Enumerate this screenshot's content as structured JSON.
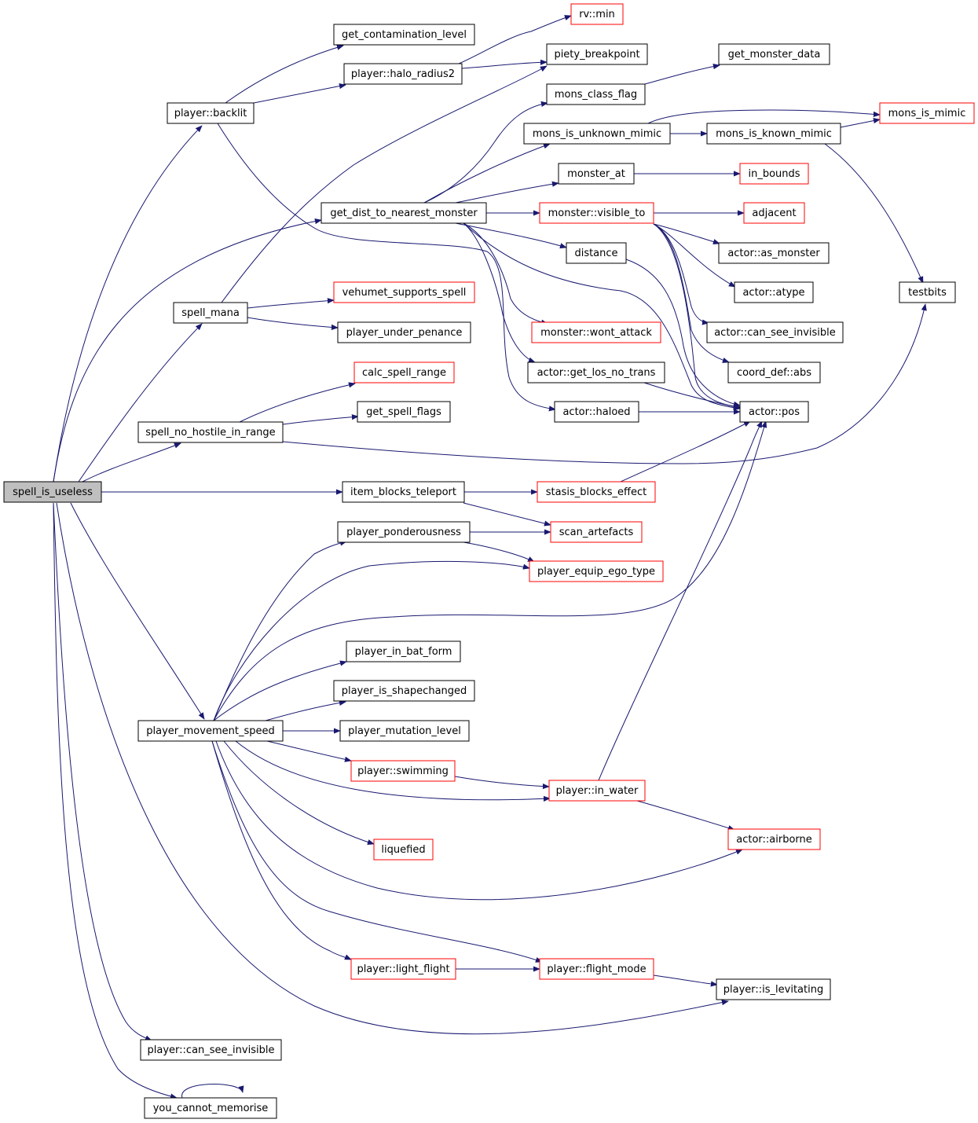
{
  "colors": {
    "edge": "#191970",
    "node_border_normal": "#000000",
    "node_border_truncated": "#ff0000",
    "root_fill": "#bfbfbf",
    "node_fill": "#ffffff"
  },
  "nodes": [
    {
      "id": "spell_is_useless",
      "label": "spell_is_useless",
      "style": "root"
    },
    {
      "id": "player_backlit",
      "label": "player::backlit",
      "style": "normal"
    },
    {
      "id": "get_dist_to_nearest_monster",
      "label": "get_dist_to_nearest_monster",
      "style": "normal"
    },
    {
      "id": "spell_mana",
      "label": "spell_mana",
      "style": "normal"
    },
    {
      "id": "spell_no_hostile_in_range",
      "label": "spell_no_hostile_in_range",
      "style": "normal"
    },
    {
      "id": "item_blocks_teleport",
      "label": "item_blocks_teleport",
      "style": "normal"
    },
    {
      "id": "player_movement_speed",
      "label": "player_movement_speed",
      "style": "normal"
    },
    {
      "id": "player_can_see_invisible",
      "label": "player::can_see_invisible",
      "style": "normal"
    },
    {
      "id": "you_cannot_memorise",
      "label": "you_cannot_memorise",
      "style": "normal"
    },
    {
      "id": "get_contamination_level",
      "label": "get_contamination_level",
      "style": "normal"
    },
    {
      "id": "player_halo_radius2",
      "label": "player::halo_radius2",
      "style": "normal"
    },
    {
      "id": "rv_min",
      "label": "rv::min",
      "style": "truncated"
    },
    {
      "id": "piety_breakpoint",
      "label": "piety_breakpoint",
      "style": "normal"
    },
    {
      "id": "mons_class_flag",
      "label": "mons_class_flag",
      "style": "normal"
    },
    {
      "id": "get_monster_data",
      "label": "get_monster_data",
      "style": "normal"
    },
    {
      "id": "mons_is_unknown_mimic",
      "label": "mons_is_unknown_mimic",
      "style": "normal"
    },
    {
      "id": "mons_is_known_mimic",
      "label": "mons_is_known_mimic",
      "style": "normal"
    },
    {
      "id": "mons_is_mimic",
      "label": "mons_is_mimic",
      "style": "truncated"
    },
    {
      "id": "monster_at",
      "label": "monster_at",
      "style": "normal"
    },
    {
      "id": "in_bounds",
      "label": "in_bounds",
      "style": "truncated"
    },
    {
      "id": "monster_visible_to",
      "label": "monster::visible_to",
      "style": "truncated"
    },
    {
      "id": "adjacent",
      "label": "adjacent",
      "style": "truncated"
    },
    {
      "id": "distance",
      "label": "distance",
      "style": "normal"
    },
    {
      "id": "actor_as_monster",
      "label": "actor::as_monster",
      "style": "normal"
    },
    {
      "id": "actor_atype",
      "label": "actor::atype",
      "style": "normal"
    },
    {
      "id": "testbits",
      "label": "testbits",
      "style": "normal"
    },
    {
      "id": "vehumet_supports_spell",
      "label": "vehumet_supports_spell",
      "style": "truncated"
    },
    {
      "id": "player_under_penance",
      "label": "player_under_penance",
      "style": "normal"
    },
    {
      "id": "monster_wont_attack",
      "label": "monster::wont_attack",
      "style": "truncated"
    },
    {
      "id": "actor_can_see_invisible",
      "label": "actor::can_see_invisible",
      "style": "normal"
    },
    {
      "id": "actor_get_los_no_trans",
      "label": "actor::get_los_no_trans",
      "style": "normal"
    },
    {
      "id": "coord_def_abs",
      "label": "coord_def::abs",
      "style": "normal"
    },
    {
      "id": "calc_spell_range",
      "label": "calc_spell_range",
      "style": "truncated"
    },
    {
      "id": "get_spell_flags",
      "label": "get_spell_flags",
      "style": "normal"
    },
    {
      "id": "actor_haloed",
      "label": "actor::haloed",
      "style": "normal"
    },
    {
      "id": "actor_pos",
      "label": "actor::pos",
      "style": "normal"
    },
    {
      "id": "stasis_blocks_effect",
      "label": "stasis_blocks_effect",
      "style": "truncated"
    },
    {
      "id": "player_ponderousness",
      "label": "player_ponderousness",
      "style": "normal"
    },
    {
      "id": "scan_artefacts",
      "label": "scan_artefacts",
      "style": "truncated"
    },
    {
      "id": "player_equip_ego_type",
      "label": "player_equip_ego_type",
      "style": "truncated"
    },
    {
      "id": "player_in_bat_form",
      "label": "player_in_bat_form",
      "style": "normal"
    },
    {
      "id": "player_is_shapechanged",
      "label": "player_is_shapechanged",
      "style": "normal"
    },
    {
      "id": "player_mutation_level",
      "label": "player_mutation_level",
      "style": "normal"
    },
    {
      "id": "player_swimming",
      "label": "player::swimming",
      "style": "truncated"
    },
    {
      "id": "player_in_water",
      "label": "player::in_water",
      "style": "truncated"
    },
    {
      "id": "actor_airborne",
      "label": "actor::airborne",
      "style": "truncated"
    },
    {
      "id": "liquefied",
      "label": "liquefied",
      "style": "truncated"
    },
    {
      "id": "player_light_flight",
      "label": "player::light_flight",
      "style": "truncated"
    },
    {
      "id": "player_flight_mode",
      "label": "player::flight_mode",
      "style": "truncated"
    },
    {
      "id": "player_is_levitating",
      "label": "player::is_levitating",
      "style": "normal"
    }
  ],
  "edges": [
    {
      "from": "spell_is_useless",
      "to": "player_backlit"
    },
    {
      "from": "spell_is_useless",
      "to": "get_dist_to_nearest_monster"
    },
    {
      "from": "spell_is_useless",
      "to": "spell_mana"
    },
    {
      "from": "spell_is_useless",
      "to": "spell_no_hostile_in_range"
    },
    {
      "from": "spell_is_useless",
      "to": "item_blocks_teleport"
    },
    {
      "from": "spell_is_useless",
      "to": "player_movement_speed"
    },
    {
      "from": "spell_is_useless",
      "to": "player_is_levitating"
    },
    {
      "from": "spell_is_useless",
      "to": "player_can_see_invisible"
    },
    {
      "from": "spell_is_useless",
      "to": "you_cannot_memorise"
    },
    {
      "from": "player_backlit",
      "to": "get_contamination_level"
    },
    {
      "from": "player_backlit",
      "to": "player_halo_radius2"
    },
    {
      "from": "player_backlit",
      "to": "actor_haloed"
    },
    {
      "from": "player_halo_radius2",
      "to": "rv_min"
    },
    {
      "from": "player_halo_radius2",
      "to": "piety_breakpoint"
    },
    {
      "from": "spell_mana",
      "to": "piety_breakpoint"
    },
    {
      "from": "spell_mana",
      "to": "vehumet_supports_spell"
    },
    {
      "from": "spell_mana",
      "to": "player_under_penance"
    },
    {
      "from": "get_dist_to_nearest_monster",
      "to": "mons_class_flag"
    },
    {
      "from": "get_dist_to_nearest_monster",
      "to": "mons_is_unknown_mimic"
    },
    {
      "from": "get_dist_to_nearest_monster",
      "to": "monster_at"
    },
    {
      "from": "get_dist_to_nearest_monster",
      "to": "monster_visible_to"
    },
    {
      "from": "get_dist_to_nearest_monster",
      "to": "distance"
    },
    {
      "from": "get_dist_to_nearest_monster",
      "to": "monster_wont_attack"
    },
    {
      "from": "get_dist_to_nearest_monster",
      "to": "actor_get_los_no_trans"
    },
    {
      "from": "get_dist_to_nearest_monster",
      "to": "actor_pos"
    },
    {
      "from": "mons_class_flag",
      "to": "get_monster_data"
    },
    {
      "from": "mons_is_unknown_mimic",
      "to": "mons_is_known_mimic"
    },
    {
      "from": "mons_is_unknown_mimic",
      "to": "mons_is_mimic"
    },
    {
      "from": "mons_is_known_mimic",
      "to": "mons_is_mimic"
    },
    {
      "from": "mons_is_known_mimic",
      "to": "testbits"
    },
    {
      "from": "monster_at",
      "to": "in_bounds"
    },
    {
      "from": "monster_visible_to",
      "to": "adjacent"
    },
    {
      "from": "monster_visible_to",
      "to": "actor_as_monster"
    },
    {
      "from": "monster_visible_to",
      "to": "actor_atype"
    },
    {
      "from": "monster_visible_to",
      "to": "actor_can_see_invisible"
    },
    {
      "from": "monster_visible_to",
      "to": "coord_def_abs"
    },
    {
      "from": "monster_visible_to",
      "to": "actor_pos"
    },
    {
      "from": "distance",
      "to": "actor_pos"
    },
    {
      "from": "actor_get_los_no_trans",
      "to": "actor_pos"
    },
    {
      "from": "actor_haloed",
      "to": "actor_pos"
    },
    {
      "from": "spell_no_hostile_in_range",
      "to": "calc_spell_range"
    },
    {
      "from": "spell_no_hostile_in_range",
      "to": "get_spell_flags"
    },
    {
      "from": "spell_no_hostile_in_range",
      "to": "testbits"
    },
    {
      "from": "item_blocks_teleport",
      "to": "stasis_blocks_effect"
    },
    {
      "from": "item_blocks_teleport",
      "to": "scan_artefacts"
    },
    {
      "from": "stasis_blocks_effect",
      "to": "actor_pos"
    },
    {
      "from": "player_ponderousness",
      "to": "scan_artefacts"
    },
    {
      "from": "player_ponderousness",
      "to": "player_equip_ego_type"
    },
    {
      "from": "player_movement_speed",
      "to": "player_ponderousness"
    },
    {
      "from": "player_movement_speed",
      "to": "player_equip_ego_type"
    },
    {
      "from": "player_movement_speed",
      "to": "actor_pos"
    },
    {
      "from": "player_movement_speed",
      "to": "player_in_bat_form"
    },
    {
      "from": "player_movement_speed",
      "to": "player_is_shapechanged"
    },
    {
      "from": "player_movement_speed",
      "to": "player_mutation_level"
    },
    {
      "from": "player_movement_speed",
      "to": "player_swimming"
    },
    {
      "from": "player_movement_speed",
      "to": "player_in_water"
    },
    {
      "from": "player_movement_speed",
      "to": "liquefied"
    },
    {
      "from": "player_movement_speed",
      "to": "actor_airborne"
    },
    {
      "from": "player_movement_speed",
      "to": "player_light_flight"
    },
    {
      "from": "player_movement_speed",
      "to": "player_flight_mode"
    },
    {
      "from": "player_swimming",
      "to": "player_in_water"
    },
    {
      "from": "player_in_water",
      "to": "actor_pos"
    },
    {
      "from": "player_in_water",
      "to": "actor_airborne"
    },
    {
      "from": "player_light_flight",
      "to": "player_flight_mode"
    },
    {
      "from": "player_flight_mode",
      "to": "player_is_levitating"
    },
    {
      "from": "you_cannot_memorise",
      "to": "you_cannot_memorise"
    }
  ]
}
